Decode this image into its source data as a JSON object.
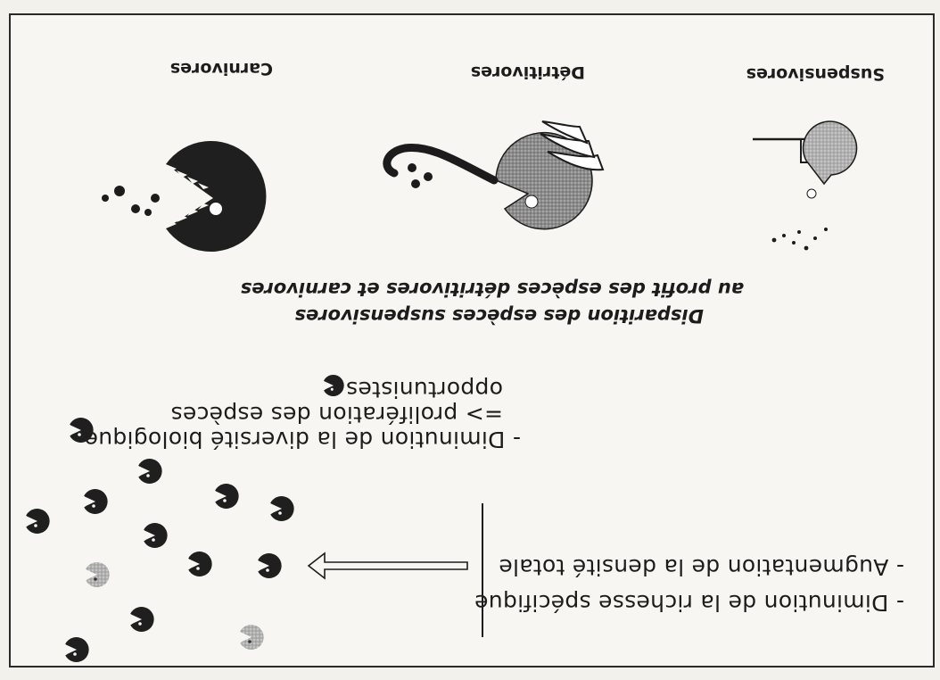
{
  "left_panel": {
    "line1": "- Diminution de la richesse spécifique",
    "line2": "- Augmentation de la densité totale"
  },
  "right_panel": {
    "line1": "- Diminution de la diversité biologique",
    "line2": "=> prolifération des espèces",
    "line3": "opportunistes"
  },
  "caption": {
    "line1": "Disparition des espèces suspensivores",
    "line2": "au profit des espèces détritivores et carnivores"
  },
  "groups": {
    "suspensivores": "Suspensivores",
    "detritivores": "Détritivores",
    "carnivores": "Carnivores"
  }
}
